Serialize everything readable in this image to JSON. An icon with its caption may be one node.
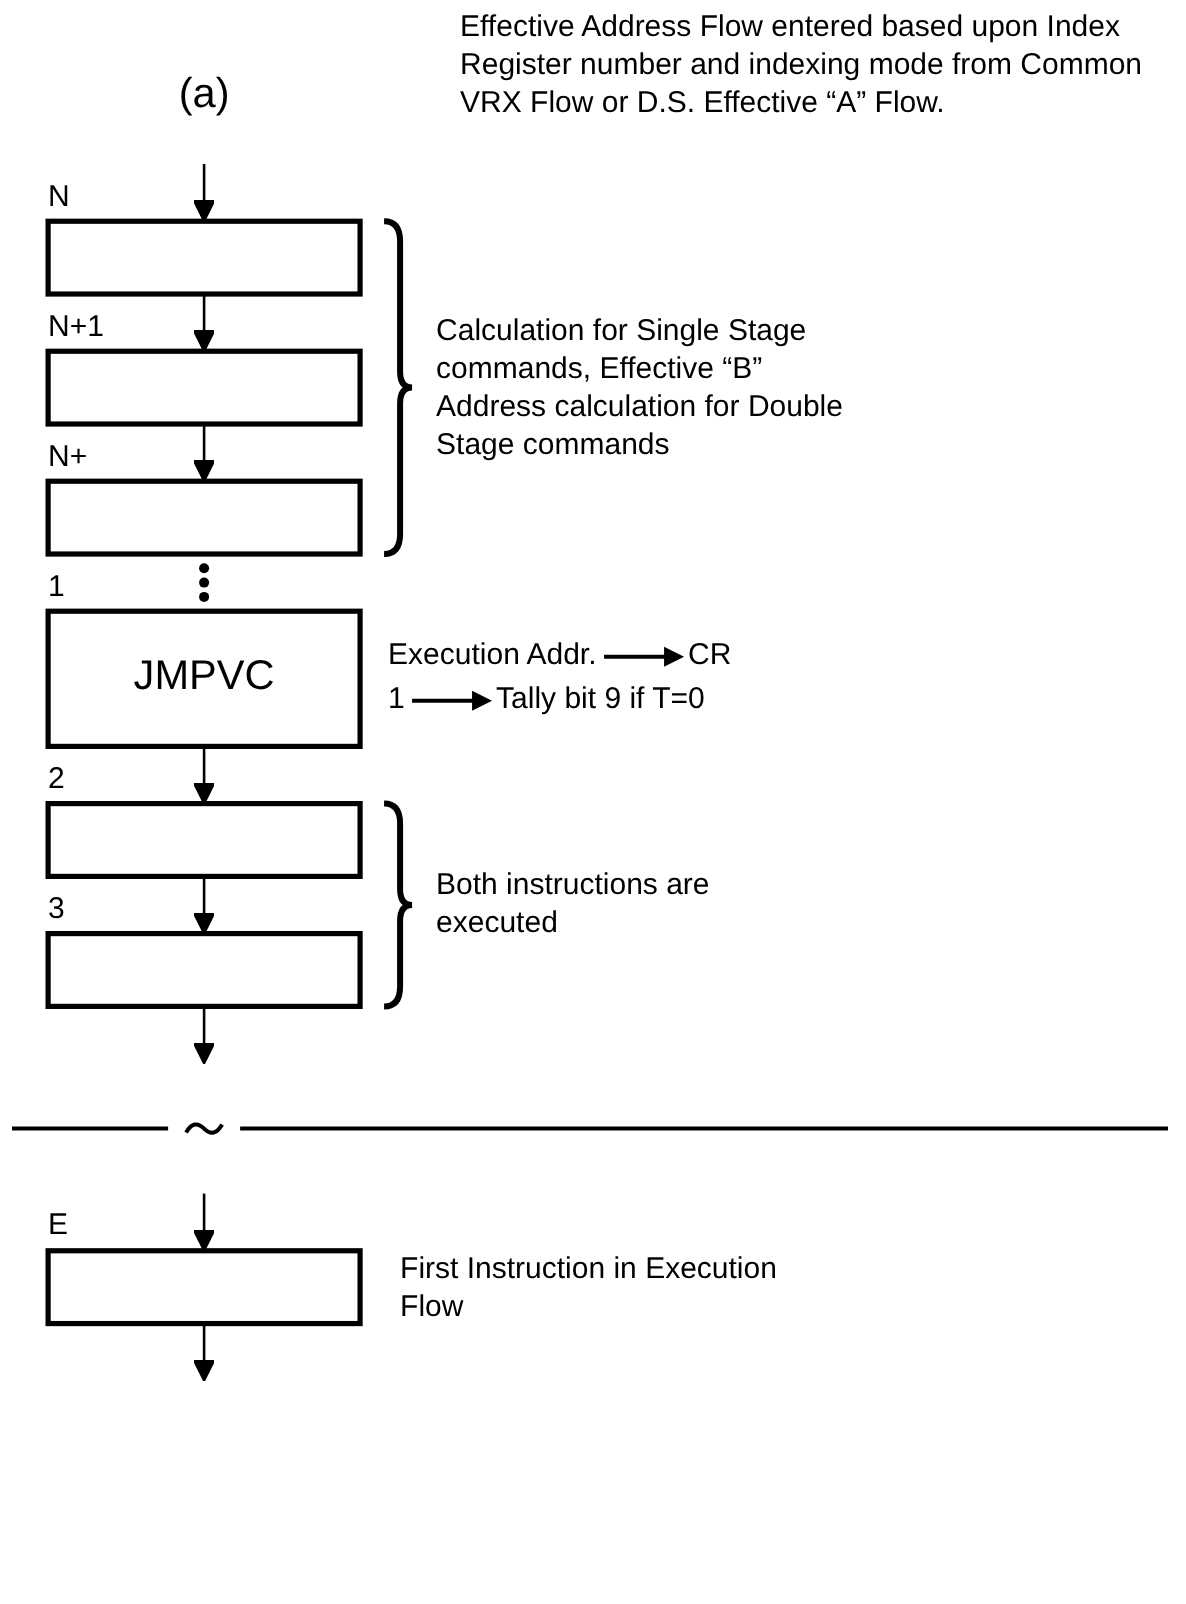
{
  "diagram": {
    "nodes": [
      {
        "text": [
          "(a)"
        ]
      },
      {
        "text": [],
        "shape": "box",
        "beside": [
          "N"
        ]
      },
      {
        "text": [],
        "shape": "box",
        "beside": [
          "N+1"
        ]
      },
      {
        "text": [],
        "shape": "box",
        "beside": [
          "N+"
        ]
      },
      {
        "text": [
          "JMPVC"
        ],
        "beside": [
          "1"
        ]
      },
      {
        "text": [],
        "shape": "box",
        "beside": [
          "2"
        ]
      },
      {
        "text": [],
        "shape": "box",
        "beside": [
          "3"
        ]
      },
      {
        "text": [],
        "shape": "box",
        "beside": [
          "E",
          "First Instruction in Execution Flow"
        ]
      }
    ],
    "edges": [
      {
        "from": 0,
        "to": 1,
        "arrow": "to"
      },
      {
        "from": 1,
        "to": 2,
        "arrow": "to"
      },
      {
        "from": 2,
        "to": 3,
        "arrow": "to"
      },
      {
        "from": 4,
        "to": 5,
        "arrow": "to"
      },
      {
        "from": 5,
        "to": 6,
        "arrow": "to"
      },
      {
        "from": 6,
        "to": null,
        "arrow": "to"
      },
      {
        "from": null,
        "to": 7,
        "arrow": "to"
      },
      {
        "from": 7,
        "to": null,
        "arrow": "to"
      }
    ],
    "labels": [
      "Effective Address Flow entered based upon Index Register number and indexing mode from Common VRX Flow or D.S. Effective “A” Flow.",
      "Calculation for Single Stage commands, Effective “B” Address calculation for Double Stage commands",
      "Execution Addr.",
      "CR",
      "1",
      "Tally bit 9 if T=0",
      "Both instructions are executed"
    ]
  }
}
